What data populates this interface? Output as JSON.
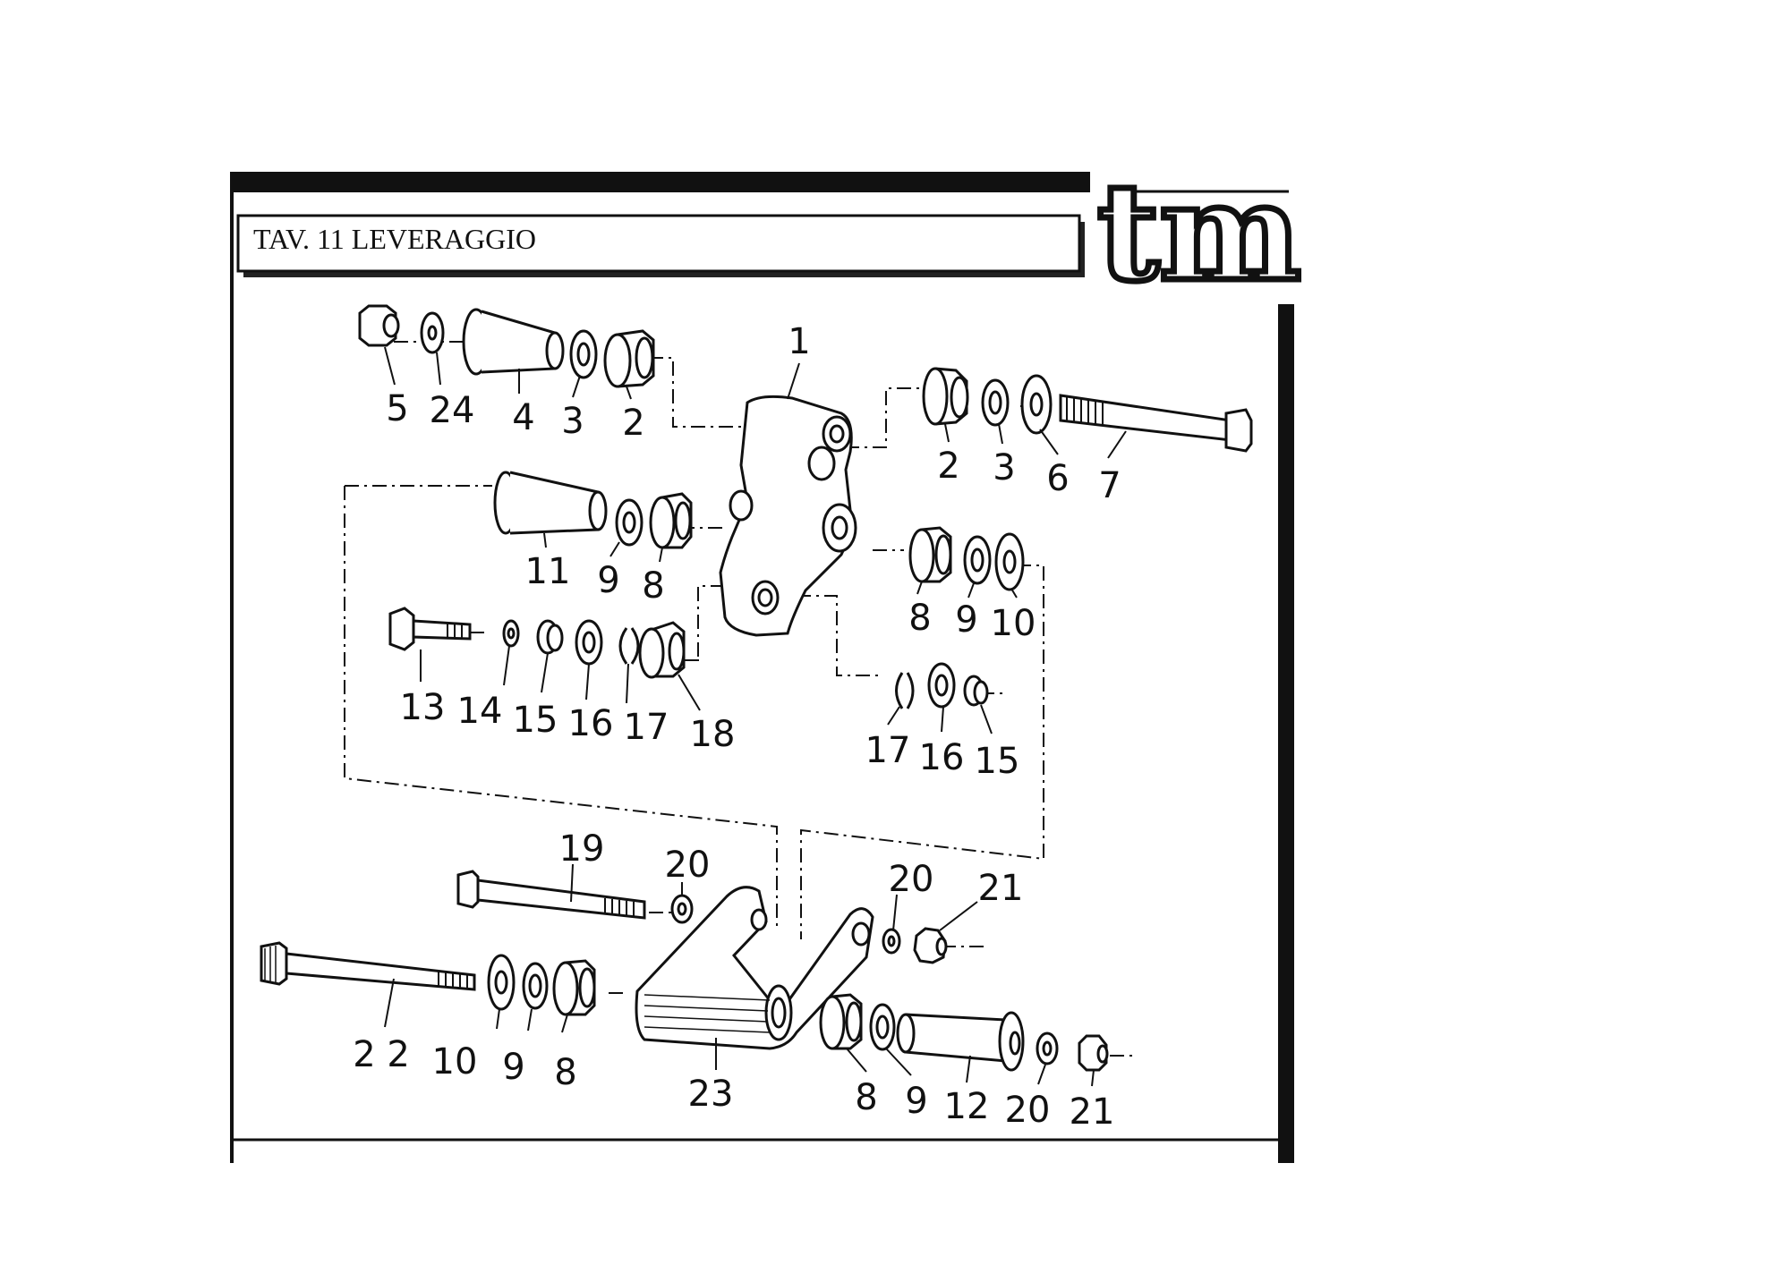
{
  "title": "TAV. 11 LEVERAGGIO",
  "logo": {
    "text": "tm"
  },
  "colors": {
    "ink": "#111111",
    "paper": "#ffffff"
  },
  "callouts": [
    {
      "id": "c1",
      "label": "1"
    },
    {
      "id": "c5",
      "label": "5"
    },
    {
      "id": "c24",
      "label": "24"
    },
    {
      "id": "c4",
      "label": "4"
    },
    {
      "id": "c3a",
      "label": "3"
    },
    {
      "id": "c2a",
      "label": "2"
    },
    {
      "id": "c2b",
      "label": "2"
    },
    {
      "id": "c3b",
      "label": "3"
    },
    {
      "id": "c6",
      "label": "6"
    },
    {
      "id": "c7",
      "label": "7"
    },
    {
      "id": "c11",
      "label": "11"
    },
    {
      "id": "c9a",
      "label": "9"
    },
    {
      "id": "c8a",
      "label": "8"
    },
    {
      "id": "c8b",
      "label": "8"
    },
    {
      "id": "c9b",
      "label": "9"
    },
    {
      "id": "c10a",
      "label": "10"
    },
    {
      "id": "c13",
      "label": "13"
    },
    {
      "id": "c14",
      "label": "14"
    },
    {
      "id": "c15a",
      "label": "15"
    },
    {
      "id": "c16a",
      "label": "16"
    },
    {
      "id": "c17a",
      "label": "17"
    },
    {
      "id": "c18",
      "label": "18"
    },
    {
      "id": "c17b",
      "label": "17"
    },
    {
      "id": "c16b",
      "label": "16"
    },
    {
      "id": "c15b",
      "label": "15"
    },
    {
      "id": "c19",
      "label": "19"
    },
    {
      "id": "c20a",
      "label": "20"
    },
    {
      "id": "c20b",
      "label": "20"
    },
    {
      "id": "c21a",
      "label": "21"
    },
    {
      "id": "c22",
      "label": "2 2"
    },
    {
      "id": "c10b",
      "label": "10"
    },
    {
      "id": "c9c",
      "label": "9"
    },
    {
      "id": "c8c",
      "label": "8"
    },
    {
      "id": "c23",
      "label": "23"
    },
    {
      "id": "c8d",
      "label": "8"
    },
    {
      "id": "c9d",
      "label": "9"
    },
    {
      "id": "c12",
      "label": "12"
    },
    {
      "id": "c20c",
      "label": "20"
    },
    {
      "id": "c21b",
      "label": "21"
    }
  ]
}
